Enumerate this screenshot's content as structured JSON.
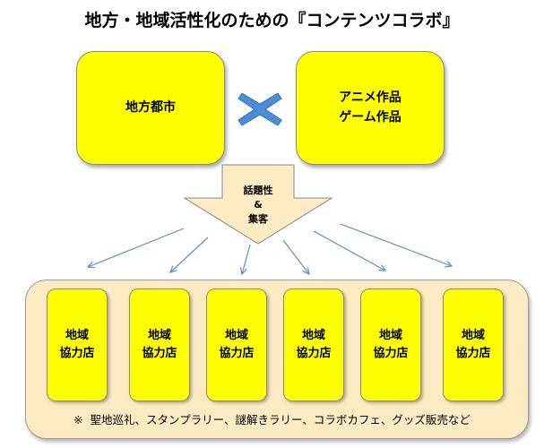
{
  "title": "地方・地域活性化のための『コンテンツコラボ』",
  "left_box": {
    "label": "地方都市"
  },
  "right_box": {
    "line1": "アニメ作品",
    "line2": "ゲーム作品"
  },
  "cross_icon": {
    "name": "cross-icon",
    "color": "#4a8fd6"
  },
  "arrow": {
    "line1": "話題性",
    "line2": "&",
    "line3": "集客",
    "fill": "#fdebc4"
  },
  "stores": [
    {
      "label": "地域\n協力店"
    },
    {
      "label": "地域\n協力店"
    },
    {
      "label": "地域\n協力店"
    },
    {
      "label": "地域\n協力店"
    },
    {
      "label": "地域\n協力店"
    },
    {
      "label": "地域\n協力店"
    }
  ],
  "note": {
    "mark": "※",
    "text": "聖地巡礼、スタンプラリー、謎解きラリー、コラボカフェ、グッズ販売など"
  },
  "colors": {
    "box_yellow": "#ffff00",
    "panel_beige": "#fdebc4",
    "line_blue": "#5b8fcf"
  }
}
